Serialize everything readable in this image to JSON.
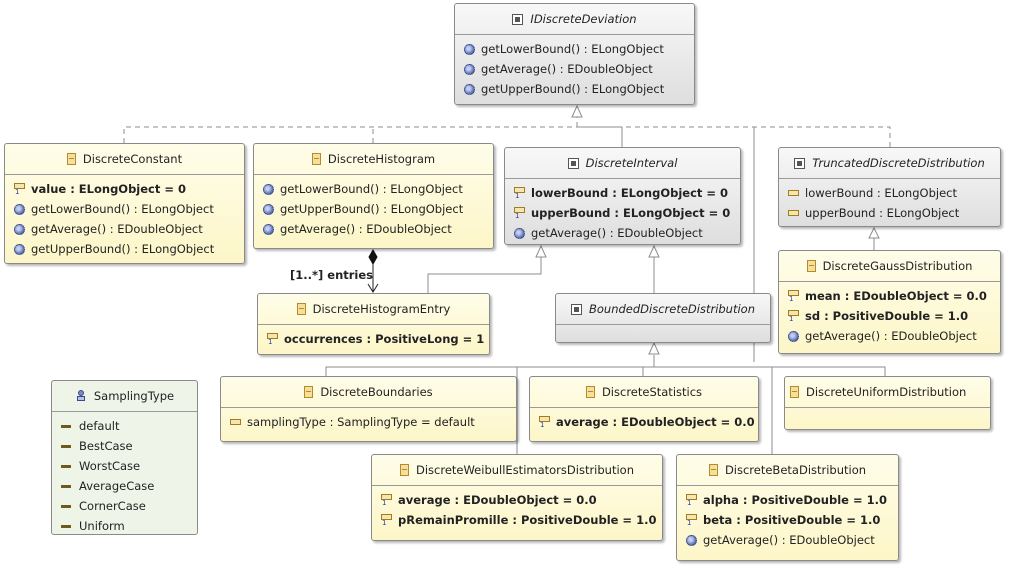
{
  "boxes": {
    "idiscrete_deviation": {
      "name": "IDiscreteDeviation",
      "items": [
        "getLowerBound() : ELongObject",
        "getAverage() : EDoubleObject",
        "getUpperBound() : ELongObject"
      ]
    },
    "discrete_constant": {
      "name": "DiscreteConstant",
      "items": [
        "value : ELongObject = 0",
        "getLowerBound() : ELongObject",
        "getAverage() : EDoubleObject",
        "getUpperBound() : ELongObject"
      ]
    },
    "discrete_histogram": {
      "name": "DiscreteHistogram",
      "items": [
        "getLowerBound() : ELongObject",
        "getUpperBound() : ELongObject",
        "getAverage() : EDoubleObject"
      ]
    },
    "discrete_interval": {
      "name": "DiscreteInterval",
      "items": [
        "lowerBound : ELongObject = 0",
        "upperBound : ELongObject = 0",
        "getAverage() : EDoubleObject"
      ]
    },
    "truncated_discrete_distribution": {
      "name": "TruncatedDiscreteDistribution",
      "items": [
        "lowerBound : ELongObject",
        "upperBound : ELongObject"
      ]
    },
    "discrete_gauss_distribution": {
      "name": "DiscreteGaussDistribution",
      "items": [
        "mean : EDoubleObject = 0.0",
        "sd : PositiveDouble = 1.0",
        "getAverage() : EDoubleObject"
      ]
    },
    "discrete_histogram_entry": {
      "name": "DiscreteHistogramEntry",
      "items": [
        "occurrences : PositiveLong = 1"
      ]
    },
    "bounded_discrete_distribution": {
      "name": "BoundedDiscreteDistribution",
      "items": []
    },
    "sampling_type": {
      "name": "SamplingType",
      "items": [
        "default",
        "BestCase",
        "WorstCase",
        "AverageCase",
        "CornerCase",
        "Uniform"
      ]
    },
    "discrete_boundaries": {
      "name": "DiscreteBoundaries",
      "items": [
        "samplingType : SamplingType = default"
      ]
    },
    "discrete_statistics": {
      "name": "DiscreteStatistics",
      "items": [
        "average : EDoubleObject = 0.0"
      ]
    },
    "discrete_uniform_distribution": {
      "name": "DiscreteUniformDistribution",
      "items": []
    },
    "discrete_weibull_estimators_distribution": {
      "name": "DiscreteWeibullEstimatorsDistribution",
      "items": [
        "average : EDoubleObject = 0.0",
        "pRemainPromille : PositiveDouble = 1.0"
      ]
    },
    "discrete_beta_distribution": {
      "name": "DiscreteBetaDistribution",
      "items": [
        "alpha : PositiveDouble = 1.0",
        "beta : PositiveDouble = 1.0",
        "getAverage() : EDoubleObject"
      ]
    }
  },
  "association": {
    "label": "[1..*] entries"
  }
}
